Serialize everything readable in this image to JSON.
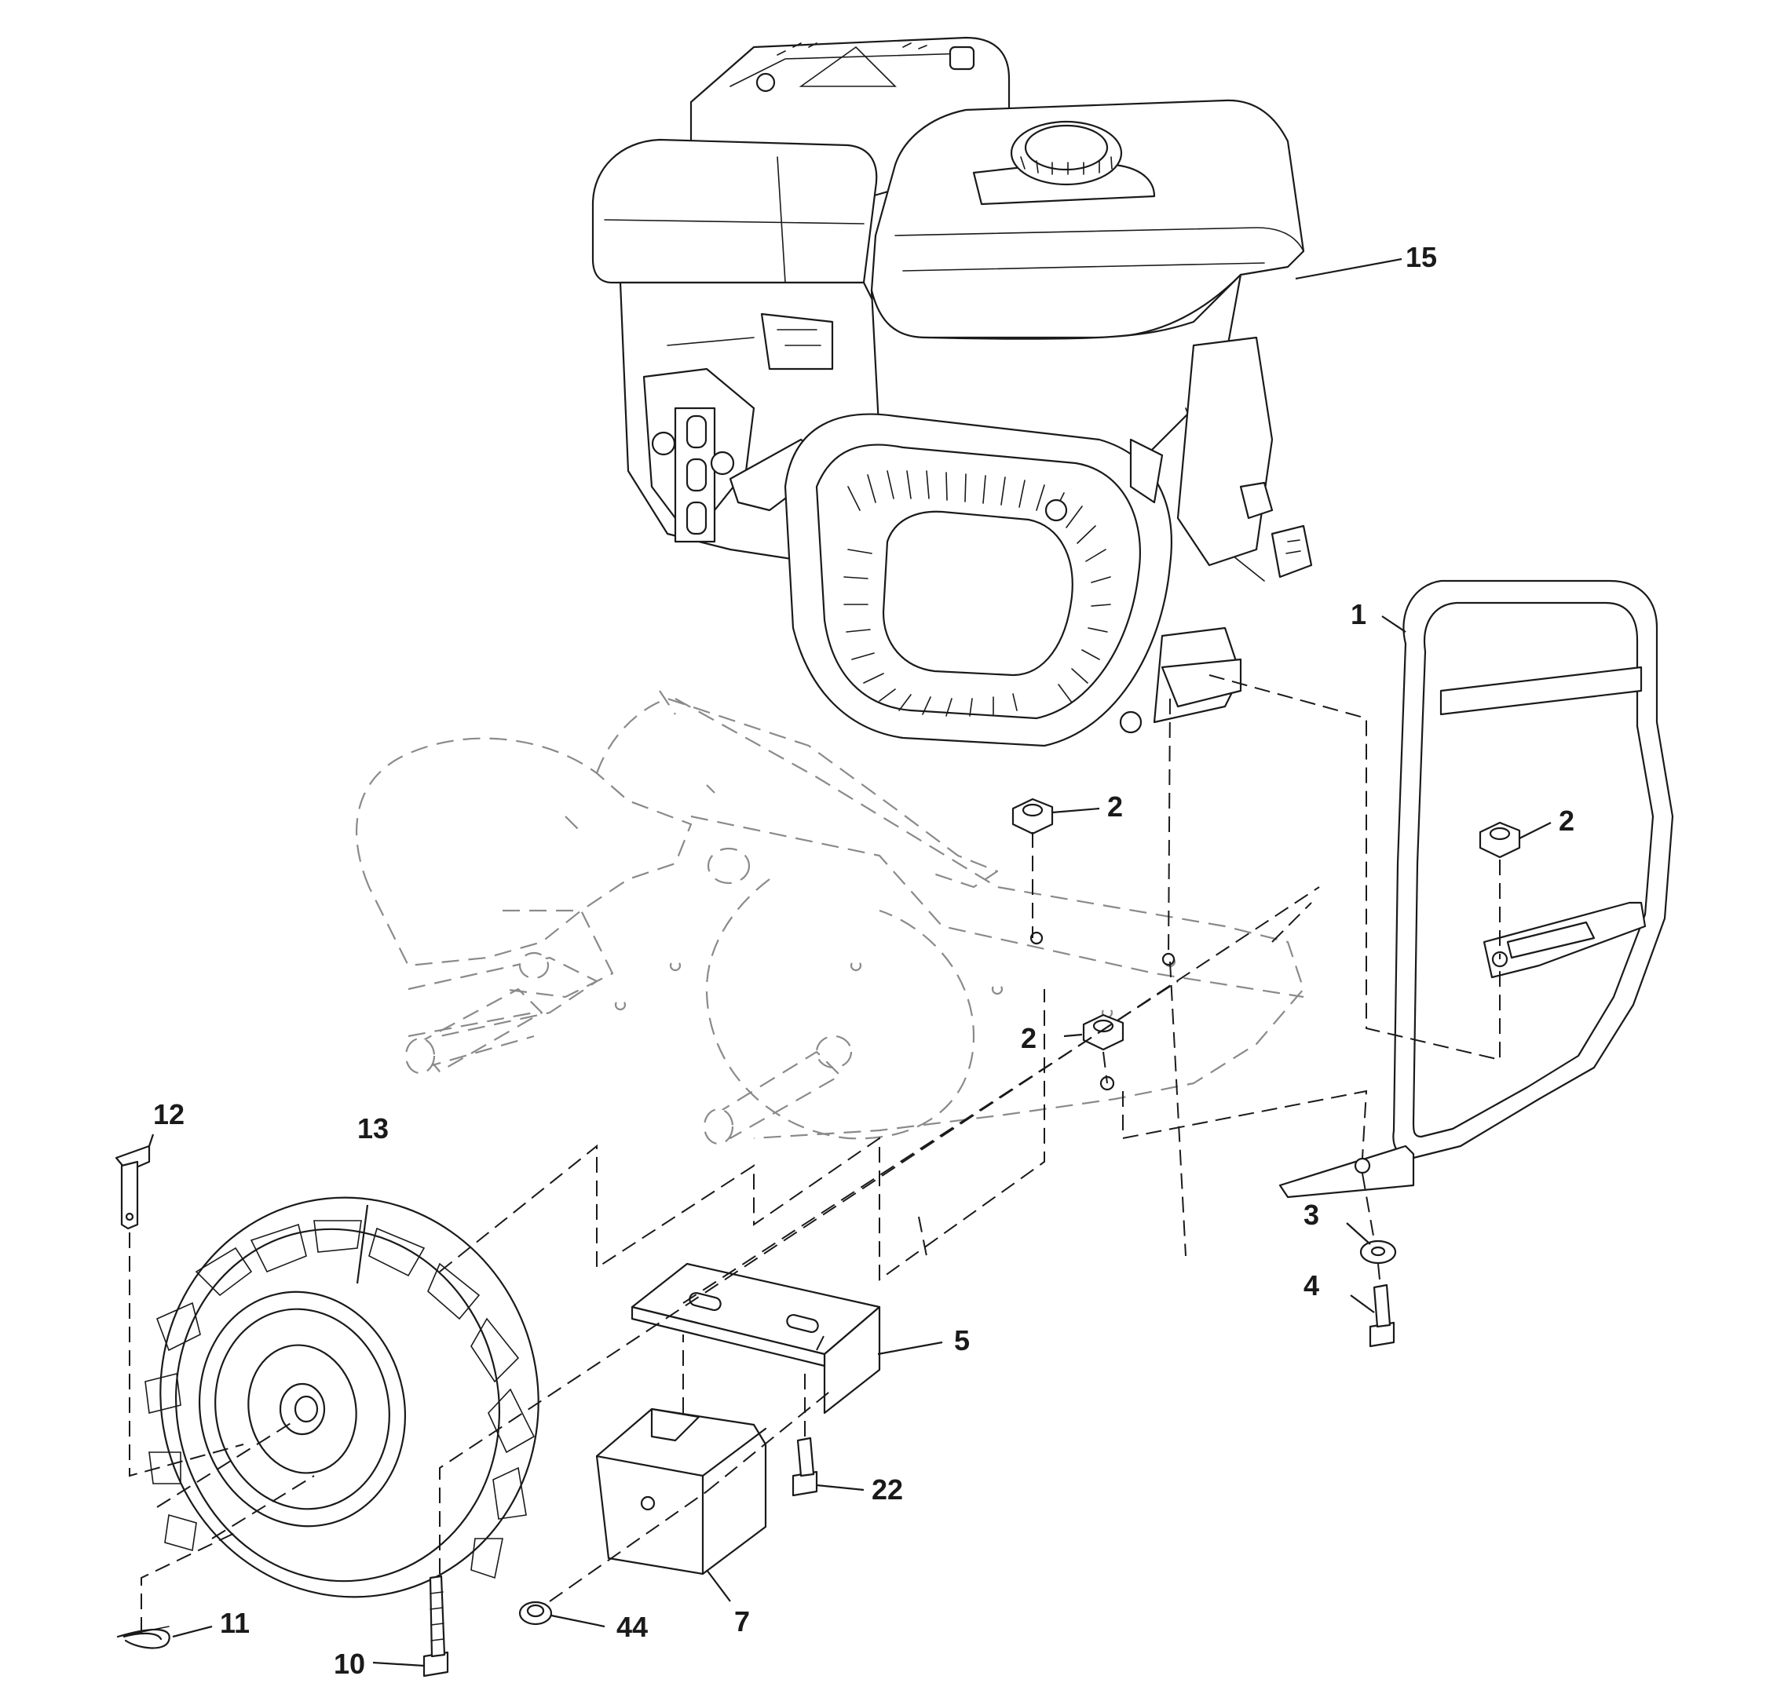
{
  "diagram": {
    "callouts": [
      {
        "id": "c15",
        "label": "15"
      },
      {
        "id": "c1",
        "label": "1"
      },
      {
        "id": "c2a",
        "label": "2"
      },
      {
        "id": "c2b",
        "label": "2"
      },
      {
        "id": "c2c",
        "label": "2"
      },
      {
        "id": "c3",
        "label": "3"
      },
      {
        "id": "c4",
        "label": "4"
      },
      {
        "id": "c5",
        "label": "5"
      },
      {
        "id": "c7",
        "label": "7"
      },
      {
        "id": "c10",
        "label": "10"
      },
      {
        "id": "c11",
        "label": "11"
      },
      {
        "id": "c12",
        "label": "12"
      },
      {
        "id": "c13",
        "label": "13"
      },
      {
        "id": "c22",
        "label": "22"
      },
      {
        "id": "c44",
        "label": "44"
      }
    ]
  }
}
